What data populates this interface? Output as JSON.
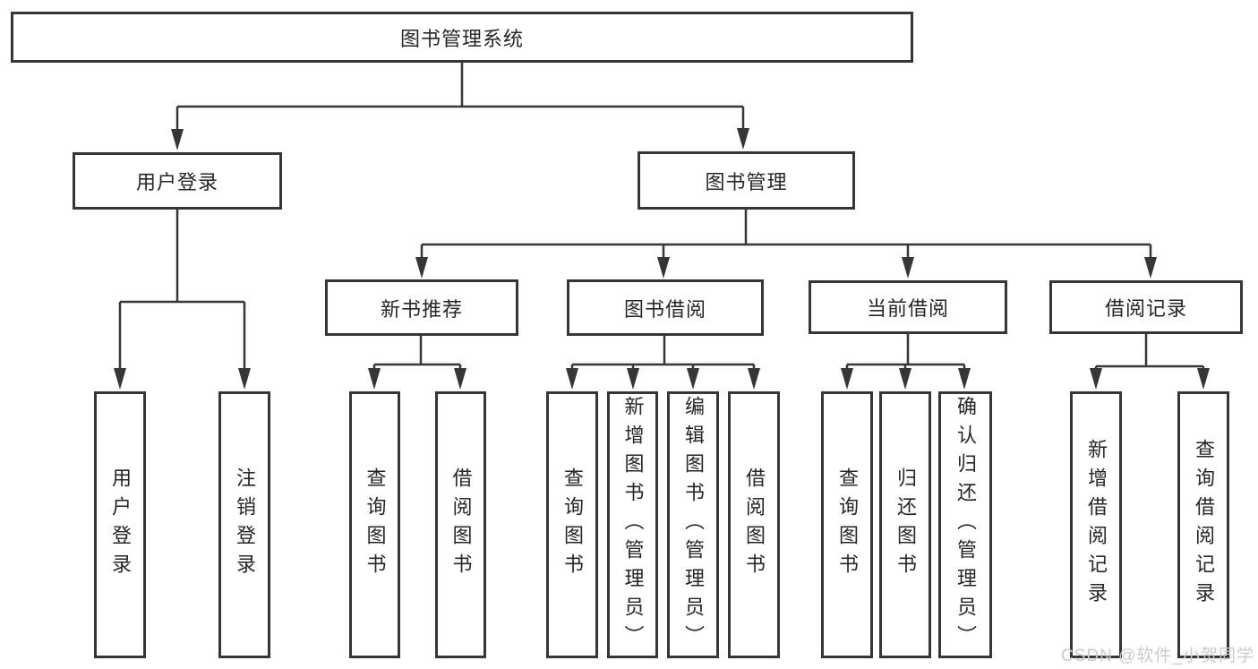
{
  "diagram": {
    "root": {
      "label": "图书管理系统"
    },
    "branches": [
      {
        "label": "用户登录",
        "children": [
          {
            "label": "用户登录"
          },
          {
            "label": "注销登录"
          }
        ]
      },
      {
        "label": "图书管理",
        "children": [
          {
            "label": "新书推荐",
            "children": [
              {
                "label": "查询图书"
              },
              {
                "label": "借阅图书"
              }
            ]
          },
          {
            "label": "图书借阅",
            "children": [
              {
                "label": "查询图书"
              },
              {
                "label": "新增图书（管理员）"
              },
              {
                "label": "编辑图书（管理员）"
              },
              {
                "label": "借阅图书"
              }
            ]
          },
          {
            "label": "当前借阅",
            "children": [
              {
                "label": "查询图书"
              },
              {
                "label": "归还图书"
              },
              {
                "label": "确认归还（管理员）"
              }
            ]
          },
          {
            "label": "借阅记录",
            "children": [
              {
                "label": "新增借阅记录"
              },
              {
                "label": "查询借阅记录"
              }
            ]
          }
        ]
      }
    ]
  },
  "watermark": {
    "text": "CSDN @软件_小贺同学"
  },
  "colors": {
    "line": "#363636",
    "box_border": "#363636",
    "text": "#262626",
    "watermark": "#cbcbcb",
    "background": "#ffffff"
  }
}
